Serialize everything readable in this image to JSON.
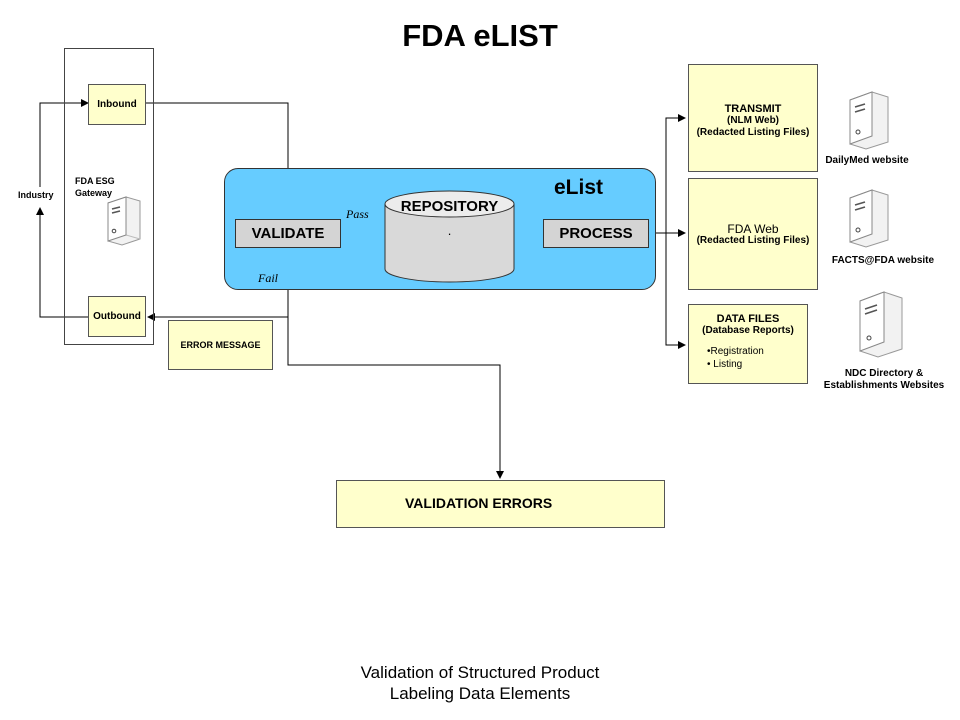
{
  "title": "FDA eLIST",
  "gateway": {
    "inbound": "Inbound",
    "outbound": "Outbound",
    "name_line1": "FDA ESG",
    "name_line2": "Gateway",
    "industry": "Industry"
  },
  "error_message": "ERROR MESSAGE",
  "elist": {
    "label": "eList",
    "validate": "VALIDATE",
    "pass": "Pass",
    "fail": "Fail",
    "repository": "REPOSITORY",
    "repository_dot": ".",
    "process": "PROCESS"
  },
  "validation_errors": "VALIDATION ERRORS",
  "outputs": {
    "transmit": {
      "heading": "TRANSMIT",
      "line1": "(NLM Web)",
      "line2": "(Redacted Listing Files)"
    },
    "fda_web": {
      "heading": "FDA Web",
      "line1": "(Redacted Listing Files)"
    },
    "data_files": {
      "heading": "DATA FILES",
      "line1": "(Database Reports)",
      "bullet1": "•Registration",
      "bullet2": "• Listing"
    }
  },
  "servers": {
    "dailymed": "DailyMed website",
    "facts": "FACTS@FDA website",
    "ndc_line1": "NDC Directory &",
    "ndc_line2": "Establishments Websites"
  },
  "footer": {
    "line1": "Validation of Structured Product",
    "line2": "Labeling Data Elements"
  },
  "colors": {
    "yellow_box": "#ffffcc",
    "elist_panel": "#66ccff",
    "gray_box": "#d4d4d4"
  }
}
